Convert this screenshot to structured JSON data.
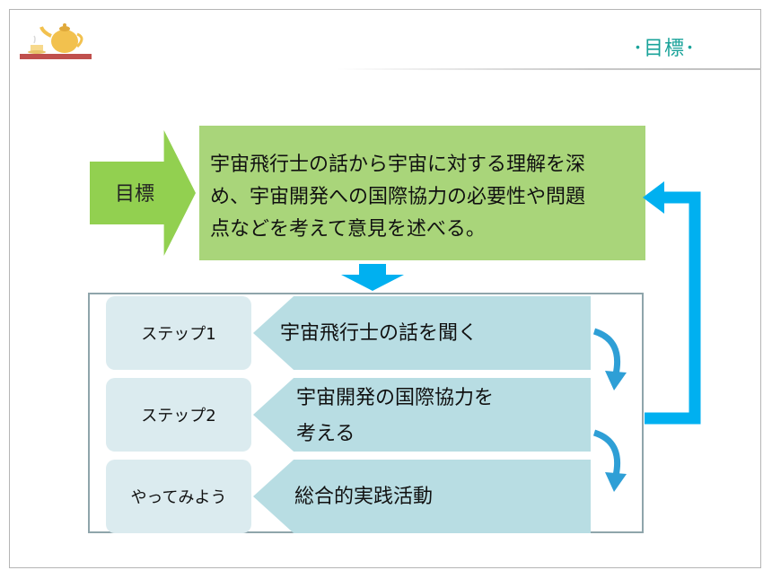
{
  "header": {
    "title": "･目標･"
  },
  "goal": {
    "chevron_label": "目標",
    "text_line1": "宇宙飛行士の話から宇宙に対する理解を深",
    "text_line2": "め、宇宙開発への国際協力の必要性や問題",
    "text_line3": "点などを考えて意見を述べる。"
  },
  "steps": [
    {
      "label": "ステップ1",
      "text_line1": "宇宙飛行士の話を聞く",
      "text_line2": ""
    },
    {
      "label": "ステップ2",
      "text_line1": "宇宙開発の国際協力を",
      "text_line2": "考える"
    },
    {
      "label": "やってみよう",
      "text_line1": "総合的実践活動",
      "text_line2": ""
    }
  ],
  "colors": {
    "accent_teal": "#1aa39a",
    "goal_green": "#a9d57a",
    "chevron_green": "#92d050",
    "arrow_blue": "#00b0f0",
    "step_tab": "#b8dde3",
    "step_label": "#dbebef"
  },
  "icons": {
    "logo": "teapot-icon",
    "flow": "down-arrow-icon",
    "loop": "loop-back-arrow-icon",
    "curves": "curved-arrow-icon"
  }
}
